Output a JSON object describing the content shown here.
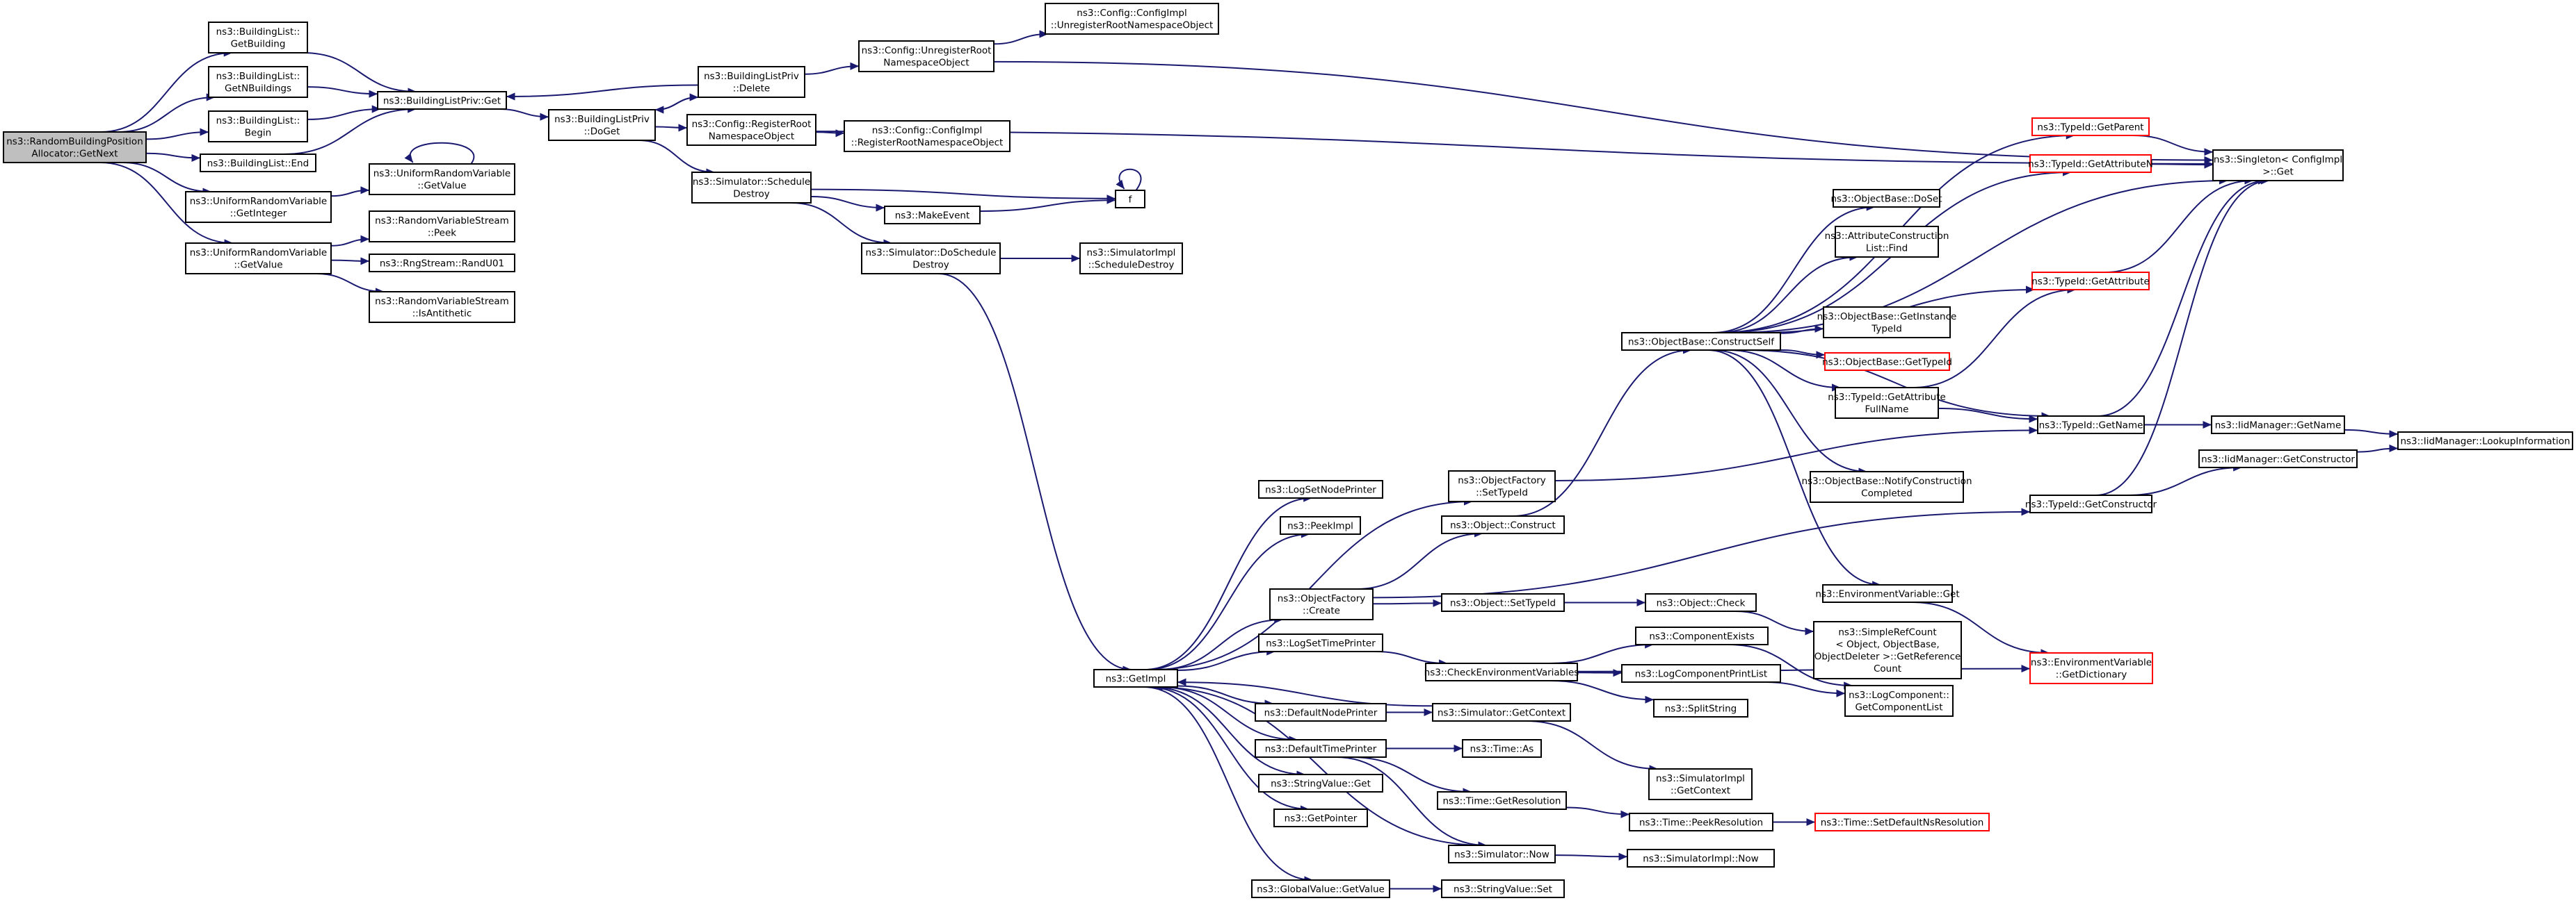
{
  "nodes": [
    {
      "id": "root",
      "lines": [
        "ns3::RandomBuildingPosition",
        "Allocator::GetNext"
      ],
      "style": "root"
    },
    {
      "id": "bl_getbuilding",
      "lines": [
        "ns3::BuildingList::",
        "GetBuilding"
      ]
    },
    {
      "id": "bl_getn",
      "lines": [
        "ns3::BuildingList::",
        "GetNBuildings"
      ]
    },
    {
      "id": "bl_begin",
      "lines": [
        "ns3::BuildingList::",
        "Begin"
      ]
    },
    {
      "id": "bl_end",
      "lines": [
        "ns3::BuildingList::End"
      ]
    },
    {
      "id": "urv_getint",
      "lines": [
        "ns3::UniformRandomVariable",
        "::GetInteger"
      ]
    },
    {
      "id": "urv_getvalue",
      "lines": [
        "ns3::UniformRandomVariable",
        "::GetValue"
      ]
    },
    {
      "id": "blp_get",
      "lines": [
        "ns3::BuildingListPriv::Get"
      ]
    },
    {
      "id": "urv_getvalue2",
      "lines": [
        "ns3::UniformRandomVariable",
        "::GetValue"
      ]
    },
    {
      "id": "rvs_peek",
      "lines": [
        "ns3::RandomVariableStream",
        "::Peek"
      ]
    },
    {
      "id": "rng_randu01",
      "lines": [
        "ns3::RngStream::RandU01"
      ]
    },
    {
      "id": "rvs_anti",
      "lines": [
        "ns3::RandomVariableStream",
        "::IsAntithetic"
      ]
    },
    {
      "id": "blp_doget",
      "lines": [
        "ns3::BuildingListPriv",
        "::DoGet"
      ]
    },
    {
      "id": "blp_delete",
      "lines": [
        "ns3::BuildingListPriv",
        "::Delete"
      ]
    },
    {
      "id": "cfg_register",
      "lines": [
        "ns3::Config::RegisterRoot",
        "NamespaceObject"
      ]
    },
    {
      "id": "sim_schedule_destroy",
      "lines": [
        "ns3::Simulator::Schedule",
        "Destroy"
      ]
    },
    {
      "id": "cfg_unregister",
      "lines": [
        "ns3::Config::UnregisterRoot",
        "NamespaceObject"
      ]
    },
    {
      "id": "cfgimpl_unregister",
      "lines": [
        "ns3::Config::ConfigImpl",
        "::UnregisterRootNamespaceObject"
      ]
    },
    {
      "id": "cfgimpl_register",
      "lines": [
        "ns3::Config::ConfigImpl",
        "::RegisterRootNamespaceObject"
      ]
    },
    {
      "id": "make_event",
      "lines": [
        "ns3::MakeEvent"
      ]
    },
    {
      "id": "f",
      "lines": [
        "f"
      ]
    },
    {
      "id": "sim_do_schedule_destroy",
      "lines": [
        "ns3::Simulator::DoSchedule",
        "Destroy"
      ]
    },
    {
      "id": "simimpl_schedule_destroy",
      "lines": [
        "ns3::SimulatorImpl",
        "::ScheduleDestroy"
      ]
    },
    {
      "id": "getimpl",
      "lines": [
        "ns3::GetImpl"
      ]
    },
    {
      "id": "log_set_node_printer",
      "lines": [
        "ns3::LogSetNodePrinter"
      ]
    },
    {
      "id": "peekimpl",
      "lines": [
        "ns3::PeekImpl"
      ]
    },
    {
      "id": "objfactory_create",
      "lines": [
        "ns3::ObjectFactory",
        "::Create"
      ]
    },
    {
      "id": "log_set_time_printer",
      "lines": [
        "ns3::LogSetTimePrinter"
      ]
    },
    {
      "id": "default_node_printer",
      "lines": [
        "ns3::DefaultNodePrinter"
      ]
    },
    {
      "id": "default_time_printer",
      "lines": [
        "ns3::DefaultTimePrinter"
      ]
    },
    {
      "id": "stringvalue_get",
      "lines": [
        "ns3::StringValue::Get"
      ]
    },
    {
      "id": "get_pointer",
      "lines": [
        "ns3::GetPointer"
      ]
    },
    {
      "id": "globalvalue_getvalue",
      "lines": [
        "ns3::GlobalValue::GetValue"
      ]
    },
    {
      "id": "objfactory_settypeid",
      "lines": [
        "ns3::ObjectFactory",
        "::SetTypeId"
      ]
    },
    {
      "id": "object_construct",
      "lines": [
        "ns3::Object::Construct"
      ]
    },
    {
      "id": "object_settypeid",
      "lines": [
        "ns3::Object::SetTypeId"
      ]
    },
    {
      "id": "check_env_vars",
      "lines": [
        "ns3::CheckEnvironmentVariables"
      ]
    },
    {
      "id": "sim_getcontext",
      "lines": [
        "ns3::Simulator::GetContext"
      ]
    },
    {
      "id": "time_as",
      "lines": [
        "ns3::Time::As"
      ]
    },
    {
      "id": "time_getresolution",
      "lines": [
        "ns3::Time::GetResolution"
      ]
    },
    {
      "id": "sim_now",
      "lines": [
        "ns3::Simulator::Now"
      ]
    },
    {
      "id": "stringvalue_set",
      "lines": [
        "ns3::StringValue::Set"
      ]
    },
    {
      "id": "objbase_constructself",
      "lines": [
        "ns3::ObjectBase::ConstructSelf"
      ]
    },
    {
      "id": "object_check",
      "lines": [
        "ns3::Object::Check"
      ]
    },
    {
      "id": "component_exists",
      "lines": [
        "ns3::ComponentExists"
      ]
    },
    {
      "id": "log_component_printlist",
      "lines": [
        "ns3::LogComponentPrintList"
      ]
    },
    {
      "id": "split_string",
      "lines": [
        "ns3::SplitString"
      ]
    },
    {
      "id": "simimpl_getcontext",
      "lines": [
        "ns3::SimulatorImpl",
        "::GetContext"
      ]
    },
    {
      "id": "time_peekresolution",
      "lines": [
        "ns3::Time::PeekResolution"
      ]
    },
    {
      "id": "simimpl_now",
      "lines": [
        "ns3::SimulatorImpl::Now"
      ]
    },
    {
      "id": "time_setdefaultns",
      "lines": [
        "ns3::Time::SetDefaultNsResolution"
      ],
      "style": "red"
    },
    {
      "id": "typeid_getparent",
      "lines": [
        "ns3::TypeId::GetParent"
      ],
      "style": "red"
    },
    {
      "id": "typeid_getattributen",
      "lines": [
        "ns3::TypeId::GetAttributeN"
      ],
      "style": "red"
    },
    {
      "id": "objbase_doset",
      "lines": [
        "ns3::ObjectBase::DoSet"
      ]
    },
    {
      "id": "attr_construction_find",
      "lines": [
        "ns3::AttributeConstruction",
        "List::Find"
      ]
    },
    {
      "id": "typeid_getattribute",
      "lines": [
        "ns3::TypeId::GetAttribute"
      ],
      "style": "red"
    },
    {
      "id": "objbase_getinstancetypeid",
      "lines": [
        "ns3::ObjectBase::GetInstance",
        "TypeId"
      ]
    },
    {
      "id": "objbase_gettypeid",
      "lines": [
        "ns3::ObjectBase::GetTypeId"
      ],
      "style": "red"
    },
    {
      "id": "typeid_getattrfullname",
      "lines": [
        "ns3::TypeId::GetAttribute",
        "FullName"
      ]
    },
    {
      "id": "objbase_notify",
      "lines": [
        "ns3::ObjectBase::NotifyConstruction",
        "Completed"
      ]
    },
    {
      "id": "env_get",
      "lines": [
        "ns3::EnvironmentVariable::Get"
      ]
    },
    {
      "id": "simplerefcount",
      "lines": [
        "ns3::SimpleRefCount",
        "< Object, ObjectBase,",
        "ObjectDeleter >::GetReference",
        "Count"
      ]
    },
    {
      "id": "logcomponent_getlist",
      "lines": [
        "ns3::LogComponent::",
        "GetComponentList"
      ]
    },
    {
      "id": "env_getdictionary",
      "lines": [
        "ns3::EnvironmentVariable",
        "::GetDictionary"
      ],
      "style": "red"
    },
    {
      "id": "singleton_get",
      "lines": [
        "ns3::Singleton< ConfigImpl",
        ">::Get"
      ]
    },
    {
      "id": "typeid_getname",
      "lines": [
        "ns3::TypeId::GetName"
      ]
    },
    {
      "id": "typeid_getconstructor",
      "lines": [
        "ns3::TypeId::GetConstructor"
      ]
    },
    {
      "id": "iidmgr_getname",
      "lines": [
        "ns3::IidManager::GetName"
      ]
    },
    {
      "id": "iidmgr_getconstructor",
      "lines": [
        "ns3::IidManager::GetConstructor"
      ]
    },
    {
      "id": "iidmgr_lookup",
      "lines": [
        "ns3::IidManager::LookupInformation"
      ]
    }
  ],
  "edges": [
    [
      "root",
      "bl_getbuilding"
    ],
    [
      "root",
      "bl_getn"
    ],
    [
      "root",
      "bl_begin"
    ],
    [
      "root",
      "bl_end"
    ],
    [
      "root",
      "urv_getint"
    ],
    [
      "root",
      "urv_getvalue"
    ],
    [
      "bl_getbuilding",
      "blp_get"
    ],
    [
      "bl_getn",
      "blp_get"
    ],
    [
      "bl_begin",
      "blp_get"
    ],
    [
      "bl_end",
      "blp_get"
    ],
    [
      "urv_getint",
      "urv_getvalue2"
    ],
    [
      "urv_getvalue2",
      "urv_getvalue2"
    ],
    [
      "urv_getvalue",
      "rvs_peek"
    ],
    [
      "urv_getvalue",
      "rng_randu01"
    ],
    [
      "urv_getvalue",
      "rvs_anti"
    ],
    [
      "blp_get",
      "blp_doget"
    ],
    [
      "blp_delete",
      "blp_get"
    ],
    [
      "blp_doget",
      "blp_delete"
    ],
    [
      "blp_delete",
      "blp_doget"
    ],
    [
      "blp_doget",
      "cfg_register"
    ],
    [
      "blp_doget",
      "sim_schedule_destroy"
    ],
    [
      "blp_delete",
      "cfg_unregister"
    ],
    [
      "cfg_unregister",
      "cfgimpl_unregister"
    ],
    [
      "cfg_unregister",
      "singleton_get"
    ],
    [
      "cfg_register",
      "cfgimpl_register"
    ],
    [
      "cfg_register",
      "singleton_get"
    ],
    [
      "sim_schedule_destroy",
      "make_event"
    ],
    [
      "sim_schedule_destroy",
      "f"
    ],
    [
      "sim_schedule_destroy",
      "sim_do_schedule_destroy"
    ],
    [
      "make_event",
      "f"
    ],
    [
      "f",
      "f"
    ],
    [
      "sim_do_schedule_destroy",
      "simimpl_schedule_destroy"
    ],
    [
      "sim_do_schedule_destroy",
      "getimpl"
    ],
    [
      "getimpl",
      "log_set_node_printer"
    ],
    [
      "getimpl",
      "peekimpl"
    ],
    [
      "getimpl",
      "objfactory_create"
    ],
    [
      "getimpl",
      "log_set_time_printer"
    ],
    [
      "getimpl",
      "default_node_printer"
    ],
    [
      "getimpl",
      "default_time_printer"
    ],
    [
      "getimpl",
      "stringvalue_get"
    ],
    [
      "getimpl",
      "get_pointer"
    ],
    [
      "getimpl",
      "globalvalue_getvalue"
    ],
    [
      "getimpl",
      "objfactory_settypeid"
    ],
    [
      "objfactory_create",
      "object_construct"
    ],
    [
      "objfactory_create",
      "object_settypeid"
    ],
    [
      "objfactory_create",
      "typeid_getconstructor"
    ],
    [
      "objfactory_settypeid",
      "typeid_getname"
    ],
    [
      "object_construct",
      "objbase_constructself"
    ],
    [
      "object_settypeid",
      "object_check"
    ],
    [
      "object_check",
      "simplerefcount"
    ],
    [
      "log_set_time_printer",
      "check_env_vars"
    ],
    [
      "check_env_vars",
      "component_exists"
    ],
    [
      "check_env_vars",
      "log_component_printlist"
    ],
    [
      "check_env_vars",
      "split_string"
    ],
    [
      "check_env_vars",
      "env_getdictionary"
    ],
    [
      "component_exists",
      "logcomponent_getlist"
    ],
    [
      "log_component_printlist",
      "logcomponent_getlist"
    ],
    [
      "default_node_printer",
      "sim_getcontext"
    ],
    [
      "sim_getcontext",
      "getimpl"
    ],
    [
      "sim_getcontext",
      "simimpl_getcontext"
    ],
    [
      "default_time_printer",
      "time_as"
    ],
    [
      "default_time_printer",
      "time_getresolution"
    ],
    [
      "default_time_printer",
      "sim_now"
    ],
    [
      "time_getresolution",
      "time_peekresolution"
    ],
    [
      "time_peekresolution",
      "time_setdefaultns"
    ],
    [
      "sim_now",
      "getimpl"
    ],
    [
      "sim_now",
      "simimpl_now"
    ],
    [
      "globalvalue_getvalue",
      "stringvalue_set"
    ],
    [
      "objbase_constructself",
      "typeid_getparent"
    ],
    [
      "objbase_constructself",
      "typeid_getattributen"
    ],
    [
      "objbase_constructself",
      "singleton_get"
    ],
    [
      "objbase_constructself",
      "objbase_doset"
    ],
    [
      "objbase_constructself",
      "attr_construction_find"
    ],
    [
      "objbase_constructself",
      "typeid_getattribute"
    ],
    [
      "objbase_constructself",
      "objbase_getinstancetypeid"
    ],
    [
      "objbase_constructself",
      "objbase_gettypeid"
    ],
    [
      "objbase_constructself",
      "typeid_getattrfullname"
    ],
    [
      "objbase_constructself",
      "typeid_getname"
    ],
    [
      "objbase_constructself",
      "objbase_notify"
    ],
    [
      "objbase_constructself",
      "env_get"
    ],
    [
      "typeid_getparent",
      "singleton_get"
    ],
    [
      "typeid_getattributen",
      "singleton_get"
    ],
    [
      "typeid_getattribute",
      "singleton_get"
    ],
    [
      "typeid_getattrfullname",
      "typeid_getattribute"
    ],
    [
      "typeid_getattrfullname",
      "typeid_getname"
    ],
    [
      "typeid_getname",
      "singleton_get"
    ],
    [
      "typeid_getname",
      "iidmgr_getname"
    ],
    [
      "typeid_getconstructor",
      "singleton_get"
    ],
    [
      "typeid_getconstructor",
      "iidmgr_getconstructor"
    ],
    [
      "iidmgr_getname",
      "iidmgr_lookup"
    ],
    [
      "iidmgr_getconstructor",
      "iidmgr_lookup"
    ],
    [
      "env_get",
      "env_getdictionary"
    ]
  ]
}
